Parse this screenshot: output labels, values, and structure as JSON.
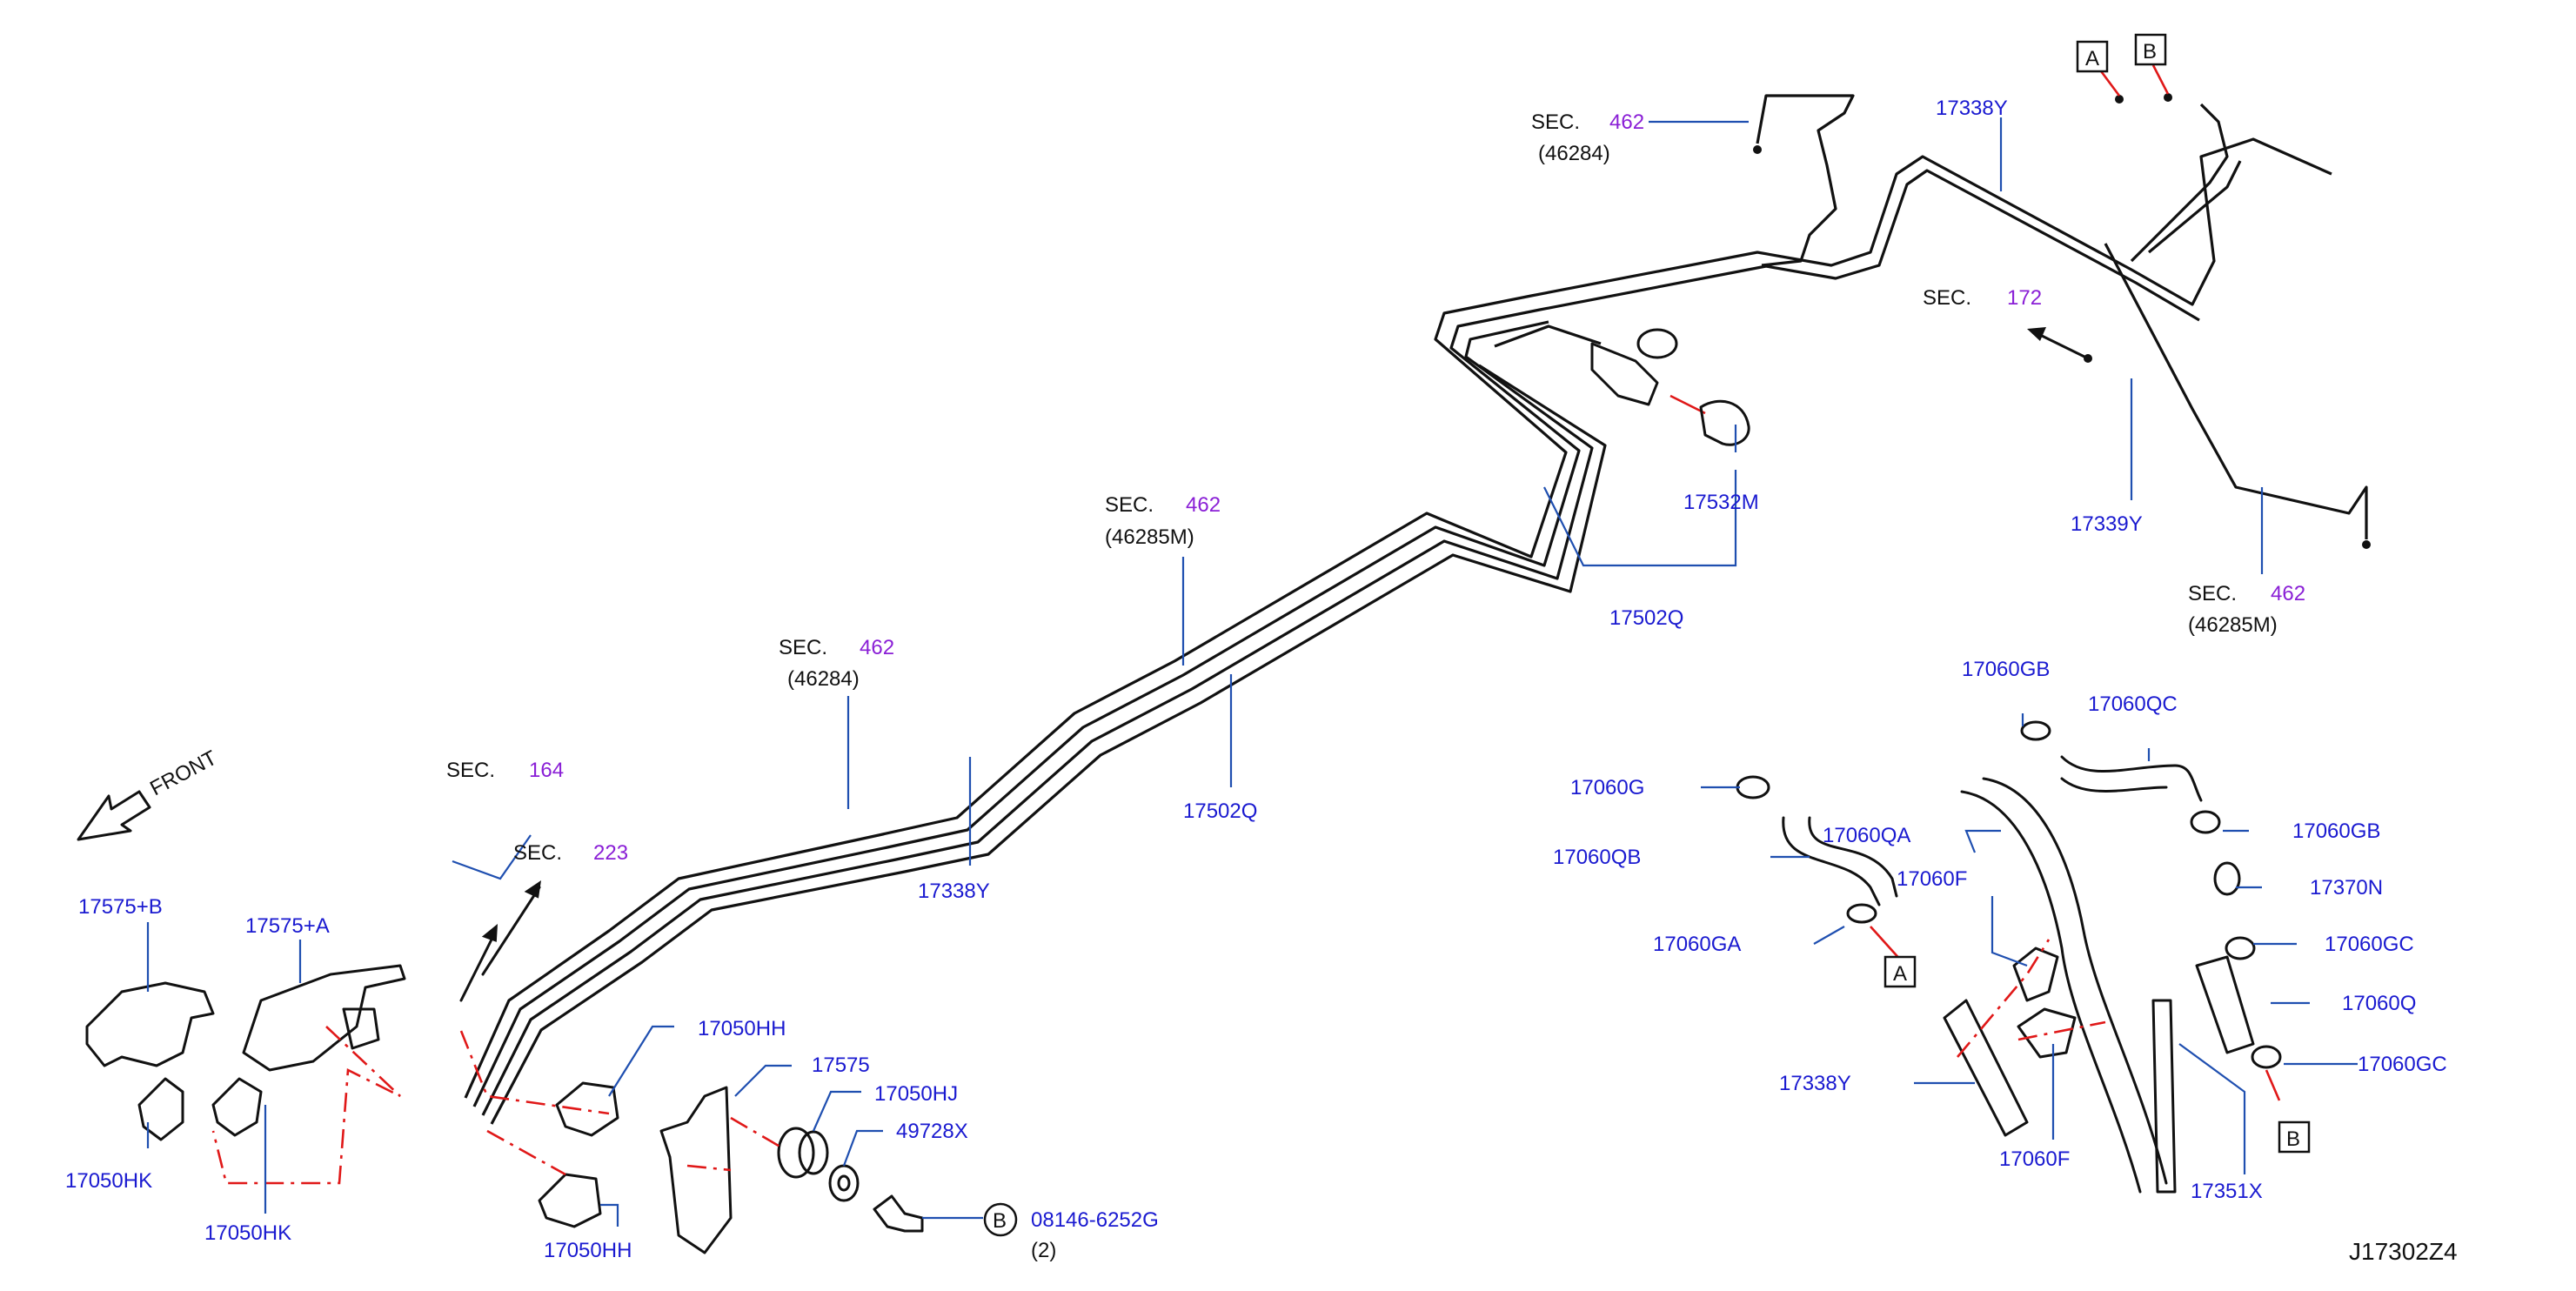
{
  "diagram_code": "J17302Z4",
  "front_arrow": {
    "label": "FRONT",
    "icon": "front-direction-arrow-icon"
  },
  "colors": {
    "part_number": "#1a1ad0",
    "section_number": "#8a1fd6",
    "leader": "#1f4fb0",
    "dashed_guide": "#e01818",
    "line_art": "#111111"
  },
  "sec_refs": [
    {
      "prefix": "SEC.",
      "num": "462",
      "sub": "(46284)"
    },
    {
      "prefix": "SEC.",
      "num": "462",
      "sub": "(46285M)"
    },
    {
      "prefix": "SEC.",
      "num": "462",
      "sub": "(46284)"
    },
    {
      "prefix": "SEC.",
      "num": "172",
      "sub": ""
    },
    {
      "prefix": "SEC.",
      "num": "462",
      "sub": "(46285M)"
    },
    {
      "prefix": "SEC.",
      "num": "164",
      "sub": ""
    },
    {
      "prefix": "SEC.",
      "num": "223",
      "sub": ""
    }
  ],
  "labels": [
    "17338Y",
    "17532M",
    "17502Q",
    "17339Y",
    "17502Q",
    "17338Y",
    "17575+B",
    "17575+A",
    "17050HK",
    "17050HK",
    "17050HH",
    "17575",
    "17050HJ",
    "49728X",
    "08146-6252G",
    "(2)",
    "17050HH",
    "17060GB",
    "17060QC",
    "17060G",
    "17060GB",
    "17060QB",
    "17060QA",
    "17370N",
    "17060F",
    "17060GC",
    "17060GA",
    "17060Q",
    "17060GC",
    "17338Y",
    "17060F",
    "17351X"
  ],
  "callout_boxes": [
    "A",
    "B",
    "A",
    "B"
  ],
  "bolt_ref": {
    "letter": "B"
  }
}
